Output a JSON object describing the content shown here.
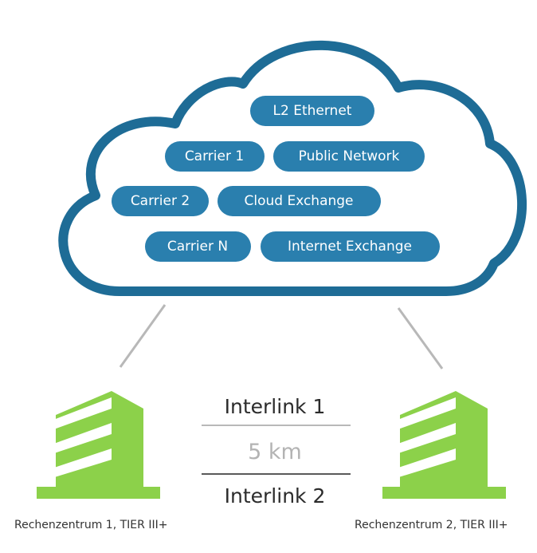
{
  "cloud": {
    "services": [
      "L2 Ethernet",
      "Carrier 1",
      "Public Network",
      "Carrier 2",
      "Cloud Exchange",
      "Carrier N",
      "Internet Exchange"
    ]
  },
  "links": {
    "interlink_1": "Interlink 1",
    "distance": "5 km",
    "interlink_2": "Interlink 2"
  },
  "datacenters": [
    {
      "label": "Rechenzentrum 1, TIER III+"
    },
    {
      "label": "Rechenzentrum 2, TIER III+"
    }
  ],
  "colors": {
    "cloud_stroke": "#1e6c96",
    "pill_fill": "#2a7fae",
    "building": "#8cd14a",
    "connector": "#b8b8b8"
  }
}
